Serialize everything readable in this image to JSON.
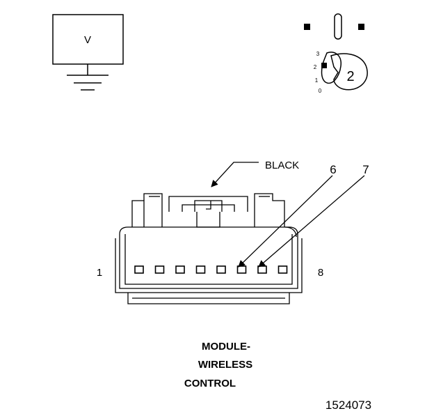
{
  "meter": {
    "symbol": "V"
  },
  "switch": {
    "positions": [
      "3",
      "2",
      "1",
      "0"
    ],
    "selected": "2"
  },
  "connector": {
    "color_callout": "BLACK",
    "pin_first": "1",
    "pin_last": "8",
    "callouts": [
      "6",
      "7"
    ],
    "pin_count": 8
  },
  "caption": {
    "line1": "MODULE-",
    "line2": "WIRELESS",
    "line3": "CONTROL"
  },
  "figure_id": "1524073"
}
